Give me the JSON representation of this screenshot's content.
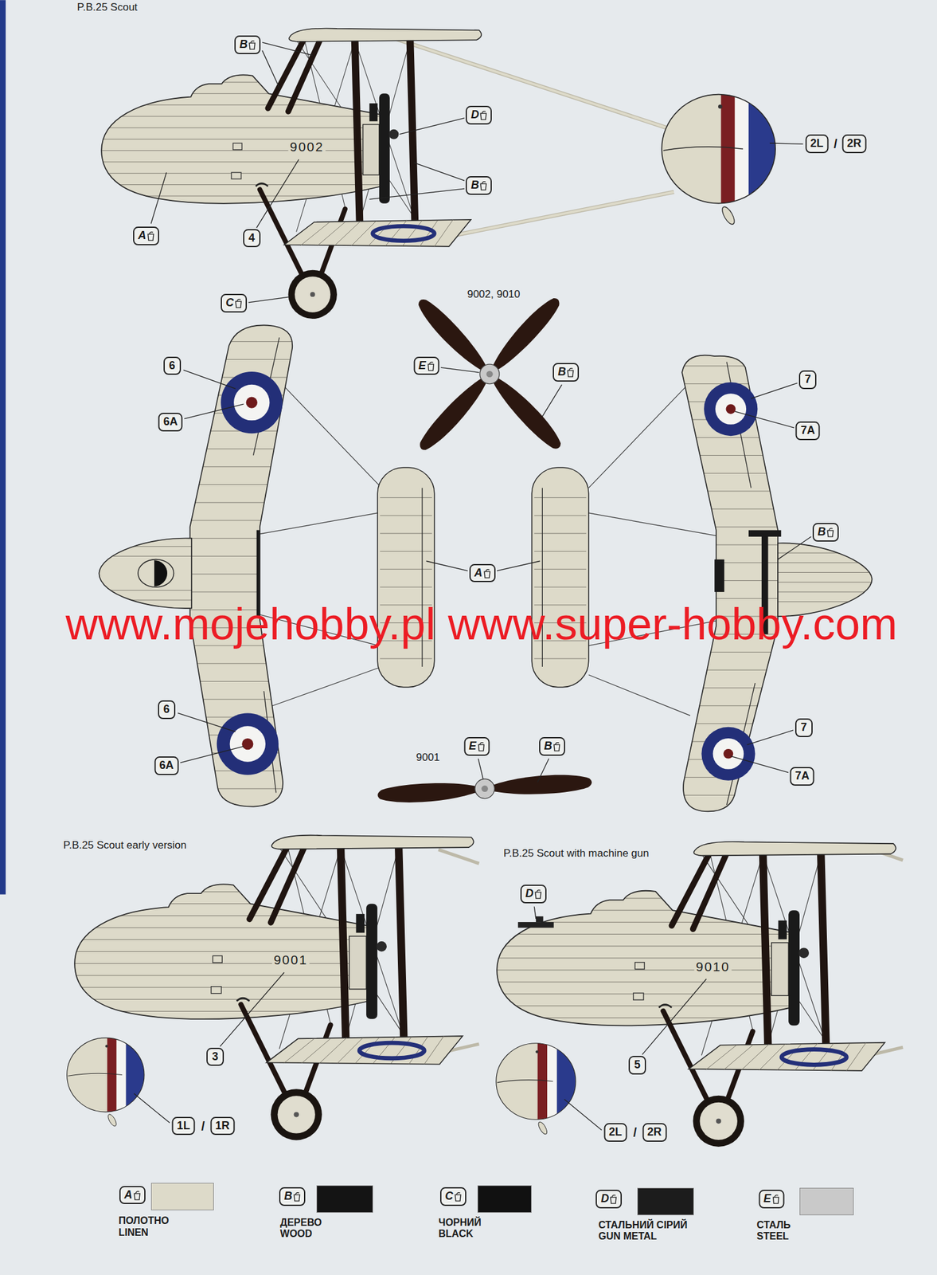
{
  "diagram": {
    "labels": [
      "P.B.25 Scout",
      "B",
      "9002",
      "D",
      "B",
      "2L",
      "/",
      "2R",
      "A",
      "4",
      "C",
      "9002, 9010",
      "6",
      "E",
      "B",
      "7",
      "6A",
      "7A",
      "B",
      "A",
      "www.mojehobby.pl www.super-hobby.com",
      "6",
      "7",
      "E",
      "B",
      "9001",
      "6A",
      "7A",
      "P.B.25 Scout early version",
      "P.B.25 Scout with machine gun",
      "D",
      "9001",
      "9010",
      "3",
      "5",
      "1L",
      "/",
      "1R",
      "2L",
      "/",
      "2R",
      "A",
      "B",
      "C",
      "D",
      "E"
    ],
    "legend": [
      {
        "text": "ПОЛОТНО LINEN",
        "color": "#dddac9"
      },
      {
        "text": "ДЕРЕВО WOOD",
        "color": "#141414"
      },
      {
        "text": "ЧОРНИЙ BLACK",
        "color": "#111111"
      },
      {
        "text": "СТАЛЬНИЙ СІРИЙ GUN METAL",
        "color": "#1c1c1c"
      },
      {
        "text": "СТАЛЬ STEEL",
        "color": "#c9c9c9"
      }
    ]
  }
}
